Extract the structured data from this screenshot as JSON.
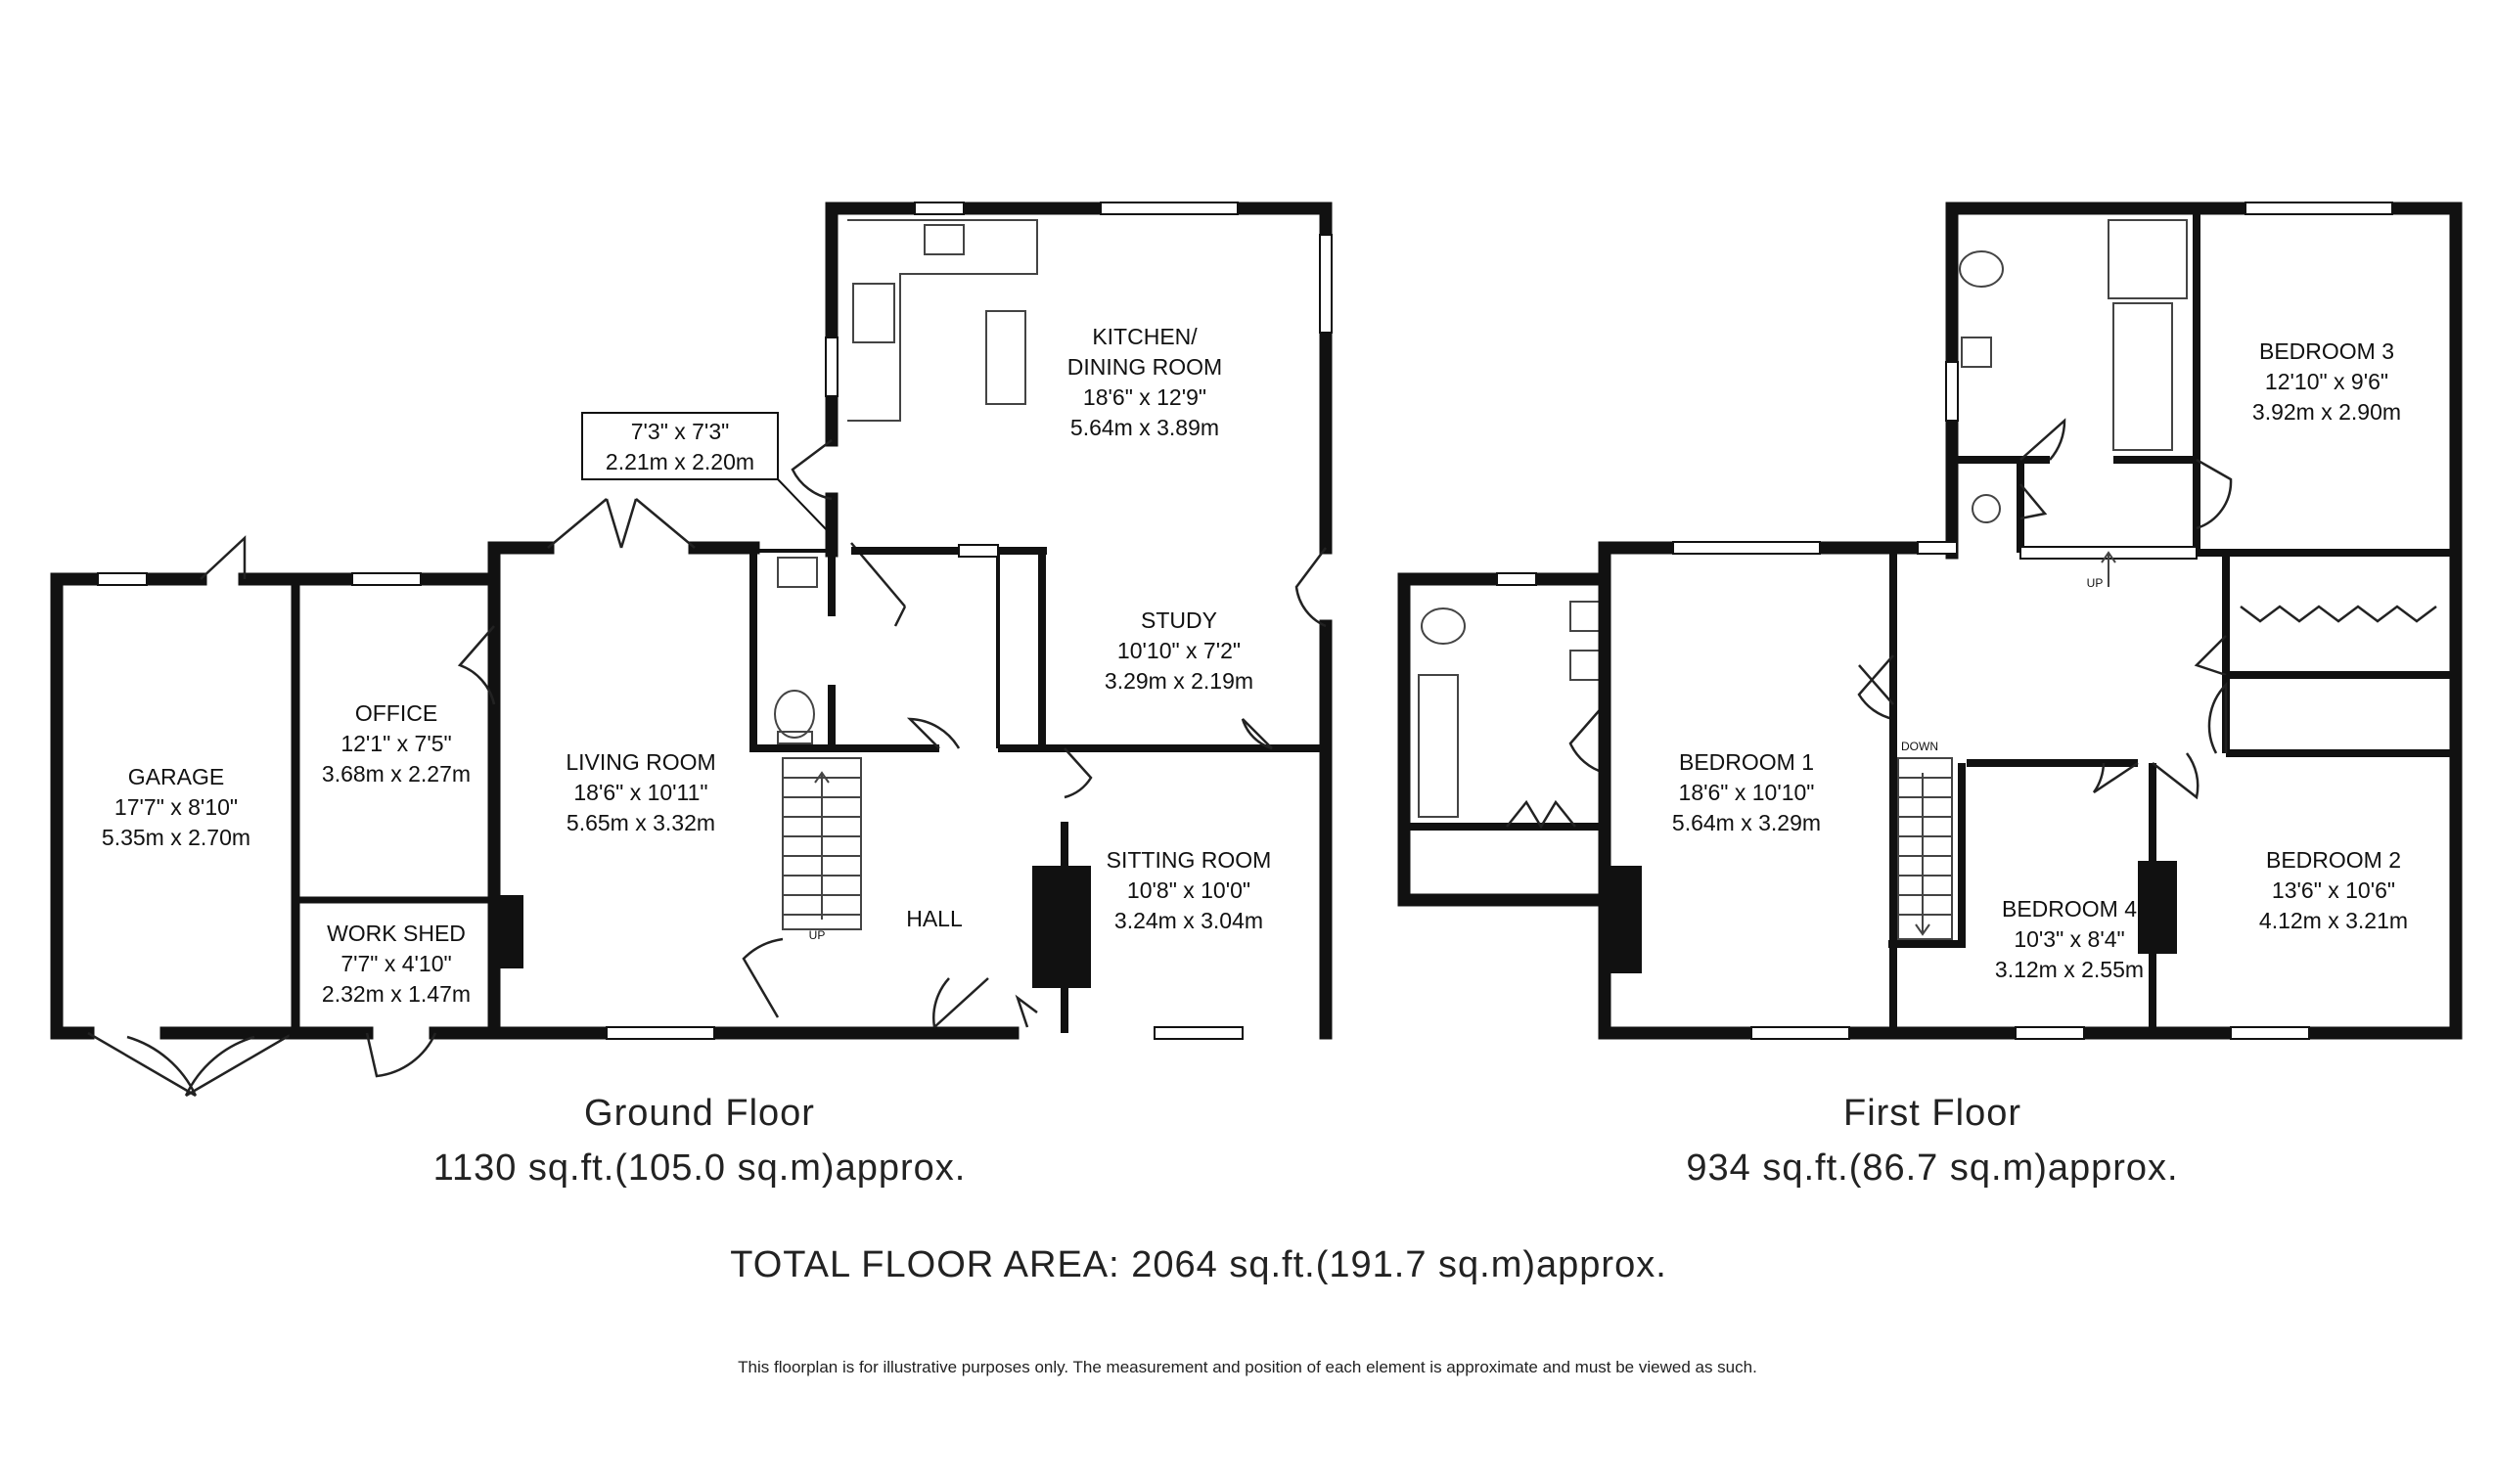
{
  "ground_floor": {
    "rooms": [
      {
        "id": "garage",
        "name": "GARAGE",
        "imperial": "17'7\" x 8'10\"",
        "metric": "5.35m x 2.70m"
      },
      {
        "id": "office",
        "name": "OFFICE",
        "imperial": "12'1\" x 7'5\"",
        "metric": "3.68m x 2.27m"
      },
      {
        "id": "workshed",
        "name": "WORK SHED",
        "imperial": "7'7\" x 4'10\"",
        "metric": "2.32m x 1.47m"
      },
      {
        "id": "living",
        "name": "LIVING ROOM",
        "imperial": "18'6\" x 10'11\"",
        "metric": "5.65m x 3.32m"
      },
      {
        "id": "kitchen",
        "name": "KITCHEN/",
        "name2": "DINING ROOM",
        "imperial": "18'6\" x 12'9\"",
        "metric": "5.64m x 3.89m"
      },
      {
        "id": "study",
        "name": "STUDY",
        "imperial": "10'10\" x 7'2\"",
        "metric": "3.29m x 2.19m"
      },
      {
        "id": "sitting",
        "name": "SITTING ROOM",
        "imperial": "10'8\" x 10'0\"",
        "metric": "3.24m x 3.04m"
      },
      {
        "id": "hall",
        "name": "HALL"
      }
    ],
    "callout": {
      "imperial": "7'3\" x 7'3\"",
      "metric": "2.21m x 2.20m"
    },
    "stair_label": "UP",
    "title": "Ground Floor",
    "area": "1130 sq.ft.(105.0 sq.m)approx."
  },
  "first_floor": {
    "rooms": [
      {
        "id": "bed1",
        "name": "BEDROOM 1",
        "imperial": "18'6\" x 10'10\"",
        "metric": "5.64m x 3.29m"
      },
      {
        "id": "bed2",
        "name": "BEDROOM 2",
        "imperial": "13'6\" x 10'6\"",
        "metric": "4.12m x 3.21m"
      },
      {
        "id": "bed3",
        "name": "BEDROOM 3",
        "imperial": "12'10\" x 9'6\"",
        "metric": "3.92m x 2.90m"
      },
      {
        "id": "bed4",
        "name": "BEDROOM 4",
        "imperial": "10'3\" x 8'4\"",
        "metric": "3.12m x 2.55m"
      }
    ],
    "stair_down": "DOWN",
    "stair_up": "UP",
    "title": "First Floor",
    "area": "934 sq.ft.(86.7 sq.m)approx."
  },
  "total": "TOTAL FLOOR AREA: 2064 sq.ft.(191.7 sq.m)approx.",
  "disclaimer": "This floorplan is for illustrative purposes only. The measurement and position of each element is approximate and must be viewed as such."
}
